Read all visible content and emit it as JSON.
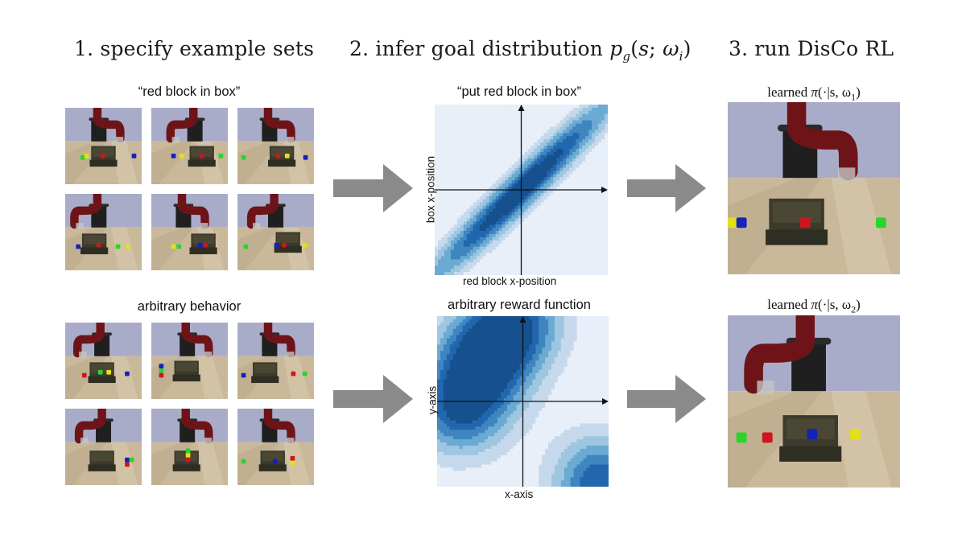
{
  "steps": [
    {
      "number": "1.",
      "title": "specify example sets"
    },
    {
      "number": "2.",
      "title": "infer goal distribution",
      "math": "p",
      "math_sub": "g",
      "math_args": "(s; ω",
      "math_args_sub": "i",
      "math_close": ")"
    },
    {
      "number": "3.",
      "title": "run DisCo RL"
    }
  ],
  "example_sets": [
    {
      "label": "“red block in box”",
      "thumbnails": 6
    },
    {
      "label": "arbitrary behavior",
      "thumbnails": 6
    }
  ],
  "chart_data": [
    {
      "type": "heatmap",
      "subtype": "filled-contour",
      "title": "“put red block in box”",
      "xlabel": "red block x-position",
      "ylabel": "box x-position",
      "colormap": [
        "#e8eff8",
        "#c6d9ec",
        "#9ec6e0",
        "#6aaad3",
        "#3f86c0",
        "#2267ad",
        "#16508f"
      ],
      "shape": "diagonal elongated Gaussian (positive correlation)",
      "xlim": [
        -1,
        1
      ],
      "ylim": [
        -1,
        1
      ],
      "center": [
        0,
        0
      ],
      "correlation": 0.9,
      "grid": false,
      "legend": "none"
    },
    {
      "type": "heatmap",
      "subtype": "filled-contour",
      "title": "arbitrary reward function",
      "xlabel": "x-axis",
      "ylabel": "y-axis",
      "colormap": [
        "#e8eff8",
        "#c6d9ec",
        "#9ec6e0",
        "#6aaad3",
        "#3f86c0",
        "#2267ad",
        "#16508f"
      ],
      "xlim": [
        -1,
        1
      ],
      "ylim": [
        -1,
        1
      ],
      "peaks": [
        {
          "x": -0.45,
          "y": 0.55,
          "weight": 1.0
        },
        {
          "x": -0.75,
          "y": -0.1,
          "weight": 0.9
        },
        {
          "x": -0.05,
          "y": 0.95,
          "weight": 0.85
        },
        {
          "x": 0.9,
          "y": -0.95,
          "weight": 1.0
        }
      ],
      "grid": false,
      "legend": "none"
    }
  ],
  "policies": [
    {
      "label_prefix": "learned",
      "pi": "π",
      "args": "(·|s, ω",
      "sub": "1",
      "close": ")"
    },
    {
      "label_prefix": "learned",
      "pi": "π",
      "args": "(·|s, ω",
      "sub": "2",
      "close": ")"
    }
  ],
  "colors": {
    "arrow": "#8a8a8a",
    "robot": "#6e1418",
    "table": "#c9b899",
    "wall": "#a9acc8",
    "box": "#3b3a2c",
    "block_red": "#d0141e",
    "block_green": "#2ad42a",
    "block_blue": "#1422b8",
    "block_yellow": "#e3e018"
  }
}
